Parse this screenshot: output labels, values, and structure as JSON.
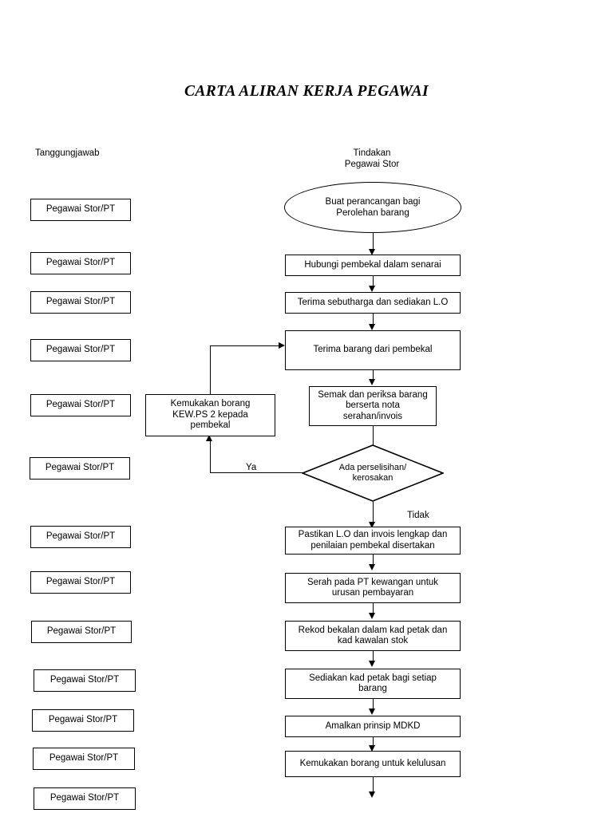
{
  "document": {
    "title": "CARTA ALIRAN KERJA PEGAWAI"
  },
  "columns": {
    "left_header": "Tanggungjawab",
    "right_header": "Tindakan\nPegawai Stor"
  },
  "responsibilities": [
    {
      "label": "Pegawai Stor/PT"
    },
    {
      "label": "Pegawai Stor/PT"
    },
    {
      "label": "Pegawai Stor/PT"
    },
    {
      "label": "Pegawai Stor/PT"
    },
    {
      "label": "Pegawai Stor/PT"
    },
    {
      "label": "Pegawai Stor/PT"
    },
    {
      "label": "Pegawai Stor/PT"
    },
    {
      "label": "Pegawai Stor/PT"
    },
    {
      "label": "Pegawai Stor/PT"
    },
    {
      "label": "Pegawai Stor/PT"
    },
    {
      "label": "Pegawai Stor/PT"
    },
    {
      "label": "Pegawai Stor/PT"
    }
  ],
  "flow": {
    "start": {
      "shape": "oval",
      "label": "Buat perancangan bagi\nPerolehan barang"
    },
    "steps": [
      {
        "id": "step1",
        "shape": "process",
        "label": "Hubungi pembekal dalam senarai"
      },
      {
        "id": "step2",
        "shape": "process",
        "label": "Terima sebutharga dan sediakan L.O"
      },
      {
        "id": "step3",
        "shape": "process",
        "label": "Terima barang dari pembekal"
      },
      {
        "id": "step4",
        "shape": "process",
        "label": "Semak dan periksa barang\nberserta nota\nserahan/invois"
      },
      {
        "id": "step5",
        "shape": "process",
        "label": "Pastikan  L.O dan invois lengkap dan\npenilaian pembekal disertakan"
      },
      {
        "id": "step6",
        "shape": "process",
        "label": "Serah pada PT kewangan untuk\nurusan pembayaran"
      },
      {
        "id": "step7",
        "shape": "process",
        "label": "Rekod bekalan dalam kad petak dan\nkad kawalan stok"
      },
      {
        "id": "step8",
        "shape": "process",
        "label": "Sediakan kad petak bagi setiap\nbarang"
      },
      {
        "id": "step9",
        "shape": "process",
        "label": "Amalkan prinsip MDKD"
      },
      {
        "id": "step10",
        "shape": "process",
        "label": "Kemukakan borang untuk kelulusan"
      }
    ],
    "decision": {
      "id": "decision1",
      "shape": "diamond",
      "label": "Ada perselisihan/\nkerosakan",
      "yes_label": "Ya",
      "no_label": "Tidak"
    },
    "rework": {
      "id": "rework1",
      "shape": "process",
      "label": "Kemukakan borang\nKEW.PS 2 kepada\npembekal"
    }
  },
  "colors": {
    "stroke": "#000000",
    "fill": "#ffffff",
    "text": "#000000"
  }
}
